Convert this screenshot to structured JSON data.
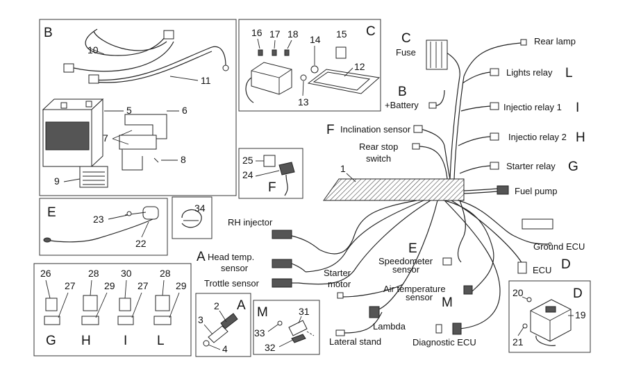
{
  "panels": {
    "battery": {
      "letter": "B"
    },
    "fuse_box": {
      "letter": "C"
    },
    "fuse_small": {
      "letter": "F"
    },
    "speedo_sensor": {
      "letter": "E"
    },
    "relays": {
      "letter_G": "G",
      "letter_H": "H",
      "letter_I": "I",
      "letter_L": "L"
    },
    "head_temp": {
      "letter": "A"
    },
    "air_temp": {
      "letter": "M"
    },
    "ecu": {
      "letter": "D"
    }
  },
  "part_numbers": {
    "n1": "1",
    "n2": "2",
    "n3": "3",
    "n4": "4",
    "n5": "5",
    "n6": "6",
    "n7": "7",
    "n8": "8",
    "n9": "9",
    "n10": "10",
    "n11": "11",
    "n12": "12",
    "n13": "13",
    "n14": "14",
    "n15": "15",
    "n16": "16",
    "n17": "17",
    "n18": "18",
    "n19": "19",
    "n20": "20",
    "n21": "21",
    "n22": "22",
    "n23": "23",
    "n24": "24",
    "n25": "25",
    "n26": "26",
    "n27a": "27",
    "n27b": "27",
    "n28a": "28",
    "n28b": "28",
    "n29a": "29",
    "n29b": "29",
    "n30": "30",
    "n31": "31",
    "n32": "32",
    "n33": "33",
    "n34": "34"
  },
  "callouts": {
    "fuse_letter": "C",
    "fuse": "Fuse",
    "battery_letter": "B",
    "battery": "+Battery",
    "rear_lamp": "Rear lamp",
    "lights_relay": "Lights relay",
    "lights_relay_letter": "L",
    "injectio_relay_1": "Injectio relay 1",
    "injectio_relay_1_letter": "I",
    "inclination_letter": "F",
    "inclination_sensor": "Inclination sensor",
    "injectio_relay_2": "Injectio relay 2",
    "injectio_relay_2_letter": "H",
    "rear_stop_line1": "Rear stop",
    "rear_stop_line2": "switch",
    "starter_relay": "Starter relay",
    "starter_relay_letter": "G",
    "fuel_pump": "Fuel pump",
    "rh_injector": "RH injector",
    "head_temp_letter": "A",
    "head_temp_line1": "Head temp.",
    "head_temp_line2": "sensor",
    "trottle_sensor": "Trottle sensor",
    "speedometer_letter": "E",
    "speedometer_line1": "Speedometer",
    "speedometer_line2": "sensor",
    "ground_ecu": "Ground ECU",
    "ecu": "ECU",
    "ecu_letter": "D",
    "starter_motor_line1": "Starter",
    "starter_motor_line2": "motor",
    "air_temp_line1": "Air temperature",
    "air_temp_line2": "sensor",
    "air_temp_letter": "M",
    "lambda": "Lambda",
    "lateral_stand": "Lateral stand",
    "diagnostic_ecu": "Diagnostic ECU"
  }
}
